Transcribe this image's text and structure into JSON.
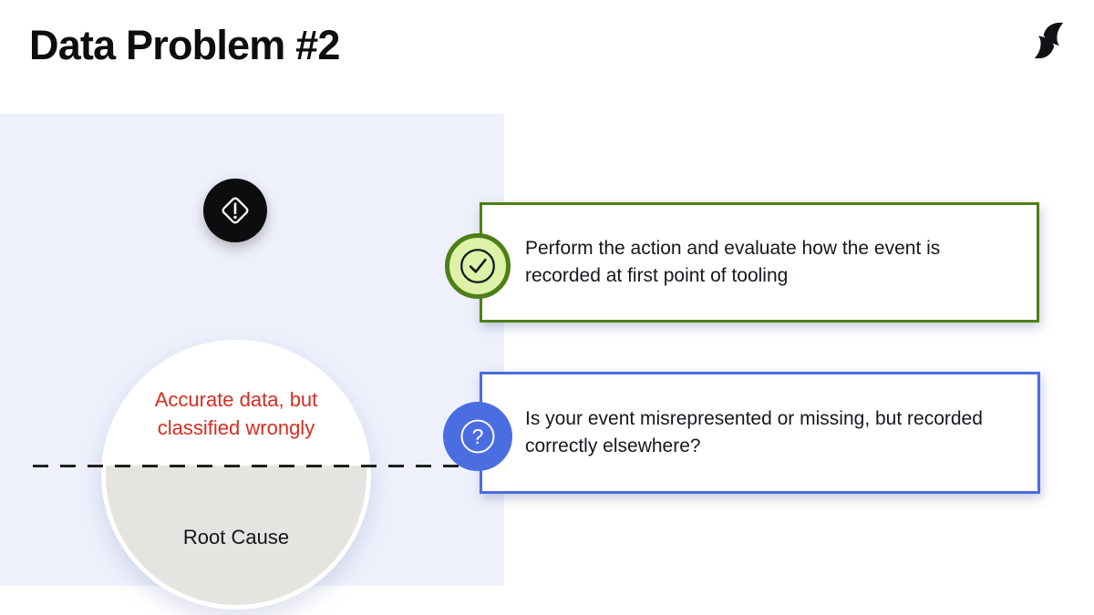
{
  "slide": {
    "title": "Data Problem #2",
    "logo": "brand-mark-icon"
  },
  "diagram": {
    "badge_icon": "alert-diamond-icon",
    "problem_label": "Accurate data, but classified wrongly",
    "root_cause_label": "Root Cause"
  },
  "callouts": [
    {
      "icon": "check-circle-icon",
      "text": "Perform the action and evaluate how the event is recorded at first point of tooling",
      "accent": "#4e7f17",
      "icon_fill": "#ddf2a6"
    },
    {
      "icon": "question-circle-icon",
      "text": "Is your event misrepresented or missing, but recorded correctly elsewhere?",
      "accent": "#4a6de2",
      "icon_fill": "#4a6de2"
    }
  ],
  "colors": {
    "panel_background": "#eef0fb",
    "circle_top": "#ffffff",
    "circle_bottom": "#e5e4e0",
    "alert_red": "#d92c1f",
    "badge_black": "#0c0d0f",
    "accent_green": "#4e7f17",
    "accent_blue": "#4a6de2",
    "title_color": "#0e0e10"
  }
}
